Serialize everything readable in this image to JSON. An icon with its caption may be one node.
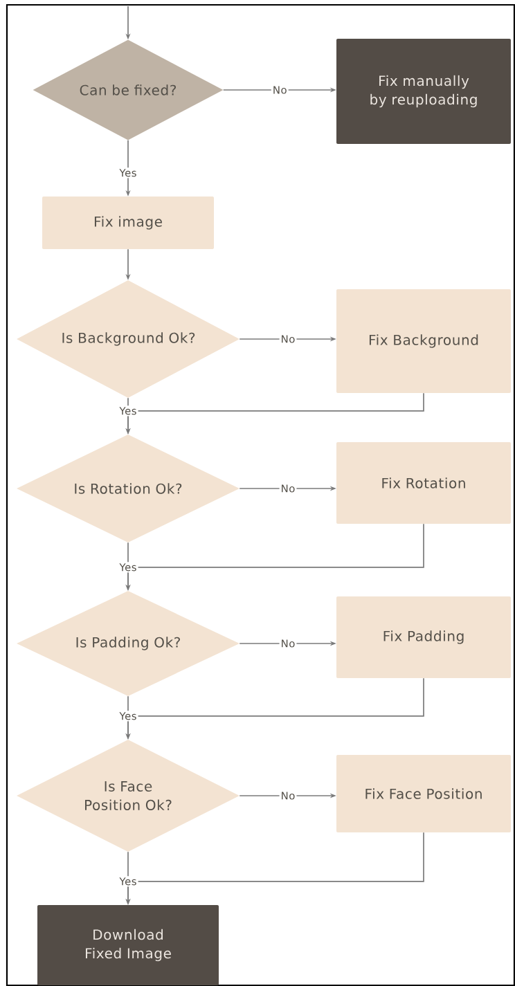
{
  "diagram": {
    "nodes": [
      {
        "text": [
          "Can be fixed?"
        ]
      },
      {
        "text": [
          "Fix manually by reuploading"
        ]
      },
      {
        "text": [
          "Fix image"
        ]
      },
      {
        "text": [
          "Is Background Ok?"
        ]
      },
      {
        "text": [
          "Fix Background"
        ]
      },
      {
        "text": [
          "Is Rotation Ok?"
        ]
      },
      {
        "text": [
          "Fix Rotation"
        ]
      },
      {
        "text": [
          "Is Padding Ok?"
        ]
      },
      {
        "text": [
          "Fix Padding"
        ]
      },
      {
        "text": [
          "Is Face Position Ok?"
        ]
      },
      {
        "text": [
          "Fix Face Position"
        ]
      },
      {
        "text": [
          "Download Fixed Image"
        ]
      }
    ],
    "edges": [
      {
        "from": null,
        "to": 0,
        "arrow": "to"
      },
      {
        "from": 0,
        "to": 1,
        "arrow": "to",
        "label": "No"
      },
      {
        "from": 0,
        "to": 2,
        "arrow": "to",
        "label": "Yes"
      },
      {
        "from": 2,
        "to": 3,
        "arrow": "to"
      },
      {
        "from": 3,
        "to": 4,
        "arrow": "to",
        "label": "No"
      },
      {
        "from": 3,
        "to": 5,
        "arrow": "to",
        "label": "Yes"
      },
      {
        "from": 4,
        "to": 5,
        "arrow": "to"
      },
      {
        "from": 5,
        "to": 6,
        "arrow": "to",
        "label": "No"
      },
      {
        "from": 5,
        "to": 7,
        "arrow": "to",
        "label": "Yes"
      },
      {
        "from": 6,
        "to": 7,
        "arrow": "to"
      },
      {
        "from": 7,
        "to": 8,
        "arrow": "to",
        "label": "No"
      },
      {
        "from": 7,
        "to": 9,
        "arrow": "to",
        "label": "Yes"
      },
      {
        "from": 8,
        "to": 9,
        "arrow": "to"
      },
      {
        "from": 9,
        "to": 10,
        "arrow": "to",
        "label": "No"
      },
      {
        "from": 9,
        "to": 11,
        "arrow": "to",
        "label": "Yes"
      },
      {
        "from": 10,
        "to": 11,
        "arrow": "to"
      }
    ]
  }
}
